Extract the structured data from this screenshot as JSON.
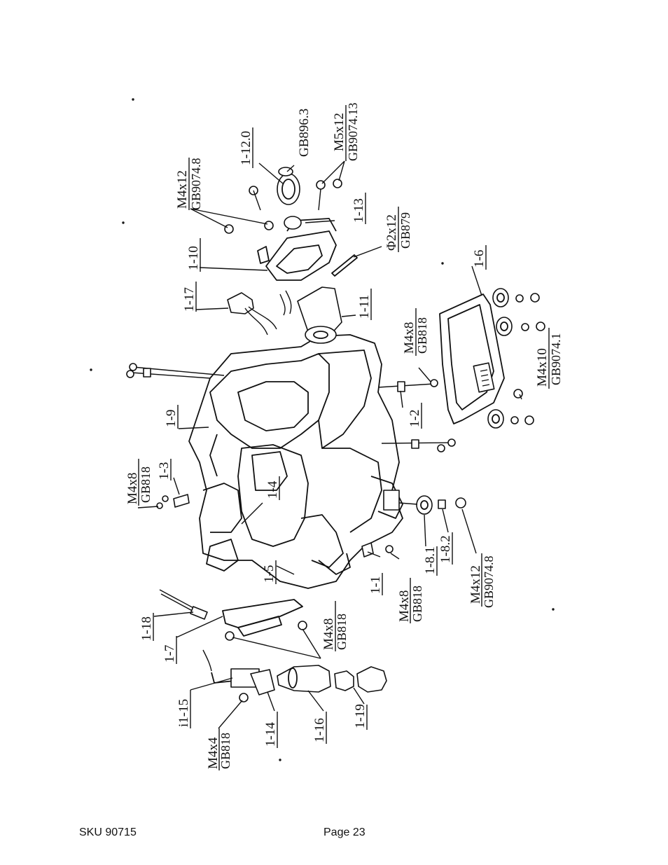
{
  "footer": {
    "sku": "SKU 90715",
    "page": "Page 23"
  },
  "callouts": {
    "c1": "1-12.0",
    "c2": "GB896.3",
    "c3": "M5x12",
    "c4": "GB9074.13",
    "c5": "M4x12",
    "c6": "GB9074.8",
    "c7": "1-13",
    "c8": "Φ2x12",
    "c9": "GB879",
    "c10": "1-10",
    "c11": "1-17",
    "c12": "1-11",
    "c13": "1-6",
    "c14": "M4x8",
    "c15": "GB818",
    "c16": "M4x10",
    "c17": "GB9074.1",
    "c18": "1-9",
    "c19": "1-2",
    "c20": "M4x8",
    "c21": "GB818",
    "c22": "1-3",
    "c23": "1-4",
    "c24": "1-5",
    "c25": "1-1",
    "c26": "M4x8",
    "c27": "GB818",
    "c28": "1-8.1",
    "c29": "1-8.2",
    "c30": "M4x12",
    "c31": "GB9074.8",
    "c32": "1-18",
    "c33": "1-7",
    "c34": "M4x8",
    "c35": "GB818",
    "c36": "i1-15",
    "c37": "M4x4",
    "c38": "GB818",
    "c39": "1-14",
    "c40": "1-16",
    "c41": "1-19"
  }
}
